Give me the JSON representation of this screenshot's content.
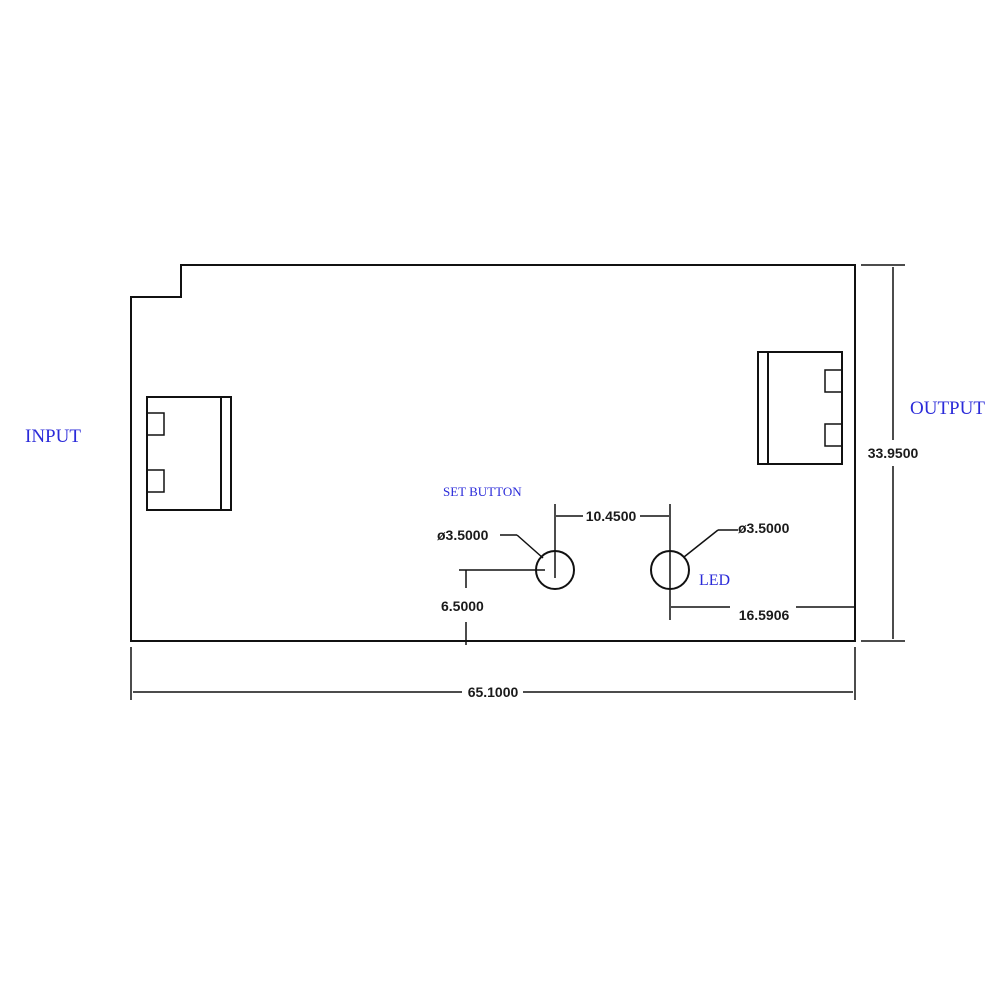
{
  "labels": {
    "input": "INPUT",
    "output": "OUTPUT",
    "set_button": "SET BUTTON",
    "led": "LED"
  },
  "dimensions": {
    "board_width": "65.1000",
    "board_height": "33.9500",
    "hole_spacing": "10.4500",
    "set_button_diameter": "ø3.5000",
    "led_diameter": "ø3.5000",
    "button_height_offset": "6.5000",
    "led_edge_offset": "16.5906"
  },
  "colors": {
    "ink": "#111111",
    "label_blue": "#2b2bd9"
  }
}
